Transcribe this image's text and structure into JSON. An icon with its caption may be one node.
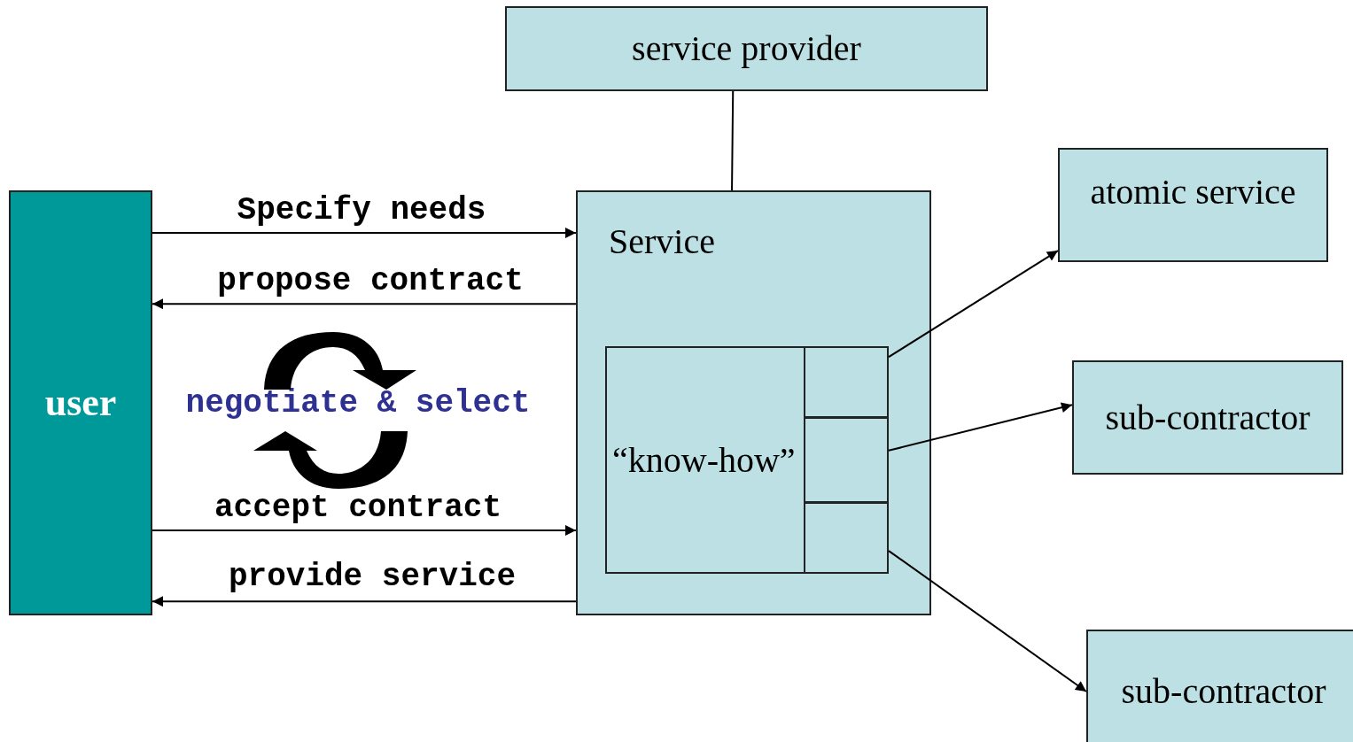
{
  "diagram": {
    "nodes": [
      {
        "text": [
          "service provider"
        ]
      },
      {
        "text": [
          "user"
        ]
      },
      {
        "text": [
          "Service"
        ]
      },
      {
        "text": [
          "“know-how”"
        ],
        "in": 2
      },
      {
        "text": [],
        "shape": "box",
        "in": 3
      },
      {
        "text": [],
        "shape": "box",
        "in": 3
      },
      {
        "text": [],
        "shape": "box",
        "in": 3
      },
      {
        "text": [
          "atomic service"
        ]
      },
      {
        "text": [
          "sub-contractor"
        ]
      },
      {
        "text": [
          "sub-contractor"
        ]
      }
    ],
    "edges": [
      {
        "from": 0,
        "to": 2,
        "arrow": "none"
      },
      {
        "from": 1,
        "to": 2,
        "arrow": "to",
        "label": "Specify needs"
      },
      {
        "from": 2,
        "to": 1,
        "arrow": "to",
        "label": "propose contract"
      },
      {
        "from": 1,
        "to": 2,
        "arrow": "to",
        "label": "accept contract"
      },
      {
        "from": 2,
        "to": 1,
        "arrow": "to",
        "label": "provide service"
      },
      {
        "from": 4,
        "to": 7,
        "arrow": "to"
      },
      {
        "from": 5,
        "to": 8,
        "arrow": "to"
      },
      {
        "from": 6,
        "to": 9,
        "arrow": "to"
      }
    ],
    "labels": [
      "negotiate & select"
    ]
  }
}
